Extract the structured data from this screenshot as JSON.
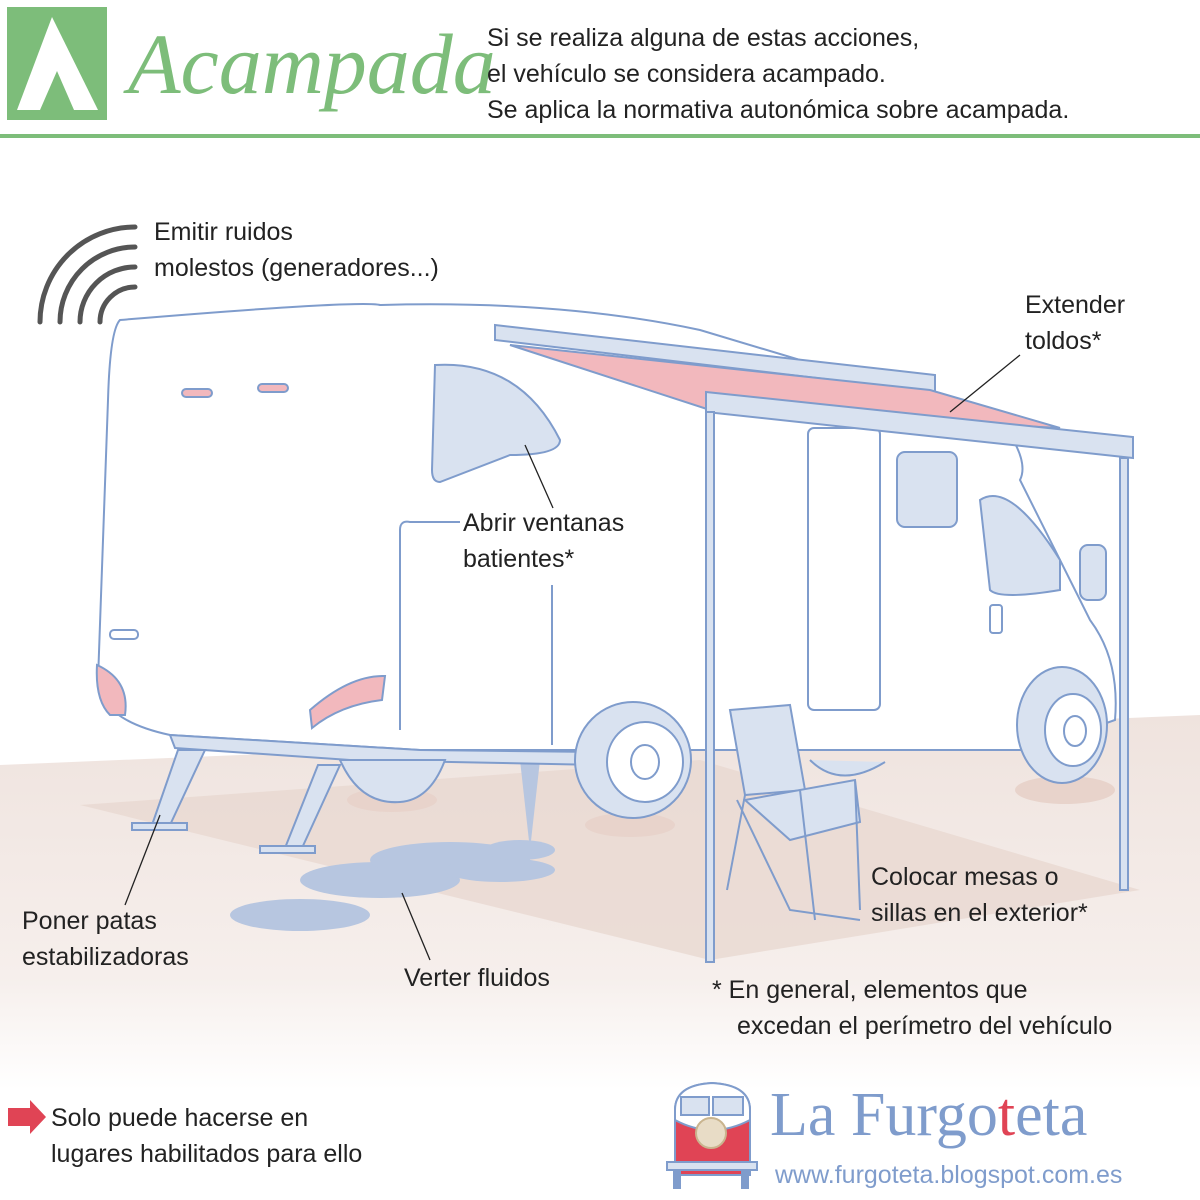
{
  "header": {
    "title": "Acampada",
    "icon": "tent-icon",
    "description": [
      "Si se realiza alguna de estas acciones,",
      "el vehículo se considera acampado.",
      "Se aplica la normativa autonómica sobre acampada."
    ]
  },
  "labels": {
    "noise": [
      "Emitir ruidos",
      "molestos (generadores...)"
    ],
    "awning": [
      "Extender",
      "toldos*"
    ],
    "windows": [
      "Abrir ventanas",
      "batientes*"
    ],
    "legs": [
      "Poner patas",
      "estabilizadoras"
    ],
    "fluids": "Verter fluidos",
    "furniture": [
      "Colocar mesas o",
      "sillas en el exterior*"
    ]
  },
  "footnote": [
    "* En general, elementos que",
    "excedan el perímetro del vehículo"
  ],
  "note": [
    "Solo puede hacerse en",
    "lugares habilitados para ello"
  ],
  "brand": {
    "name_part1": "La Furgo",
    "name_red": "t",
    "name_part2": "eta",
    "url": "www.furgoteta.blogspot.com.es"
  },
  "colors": {
    "green": "#7dbd7a",
    "blue": "#7f9ccc",
    "pink": "#f2b8bd",
    "red": "#e04455"
  }
}
